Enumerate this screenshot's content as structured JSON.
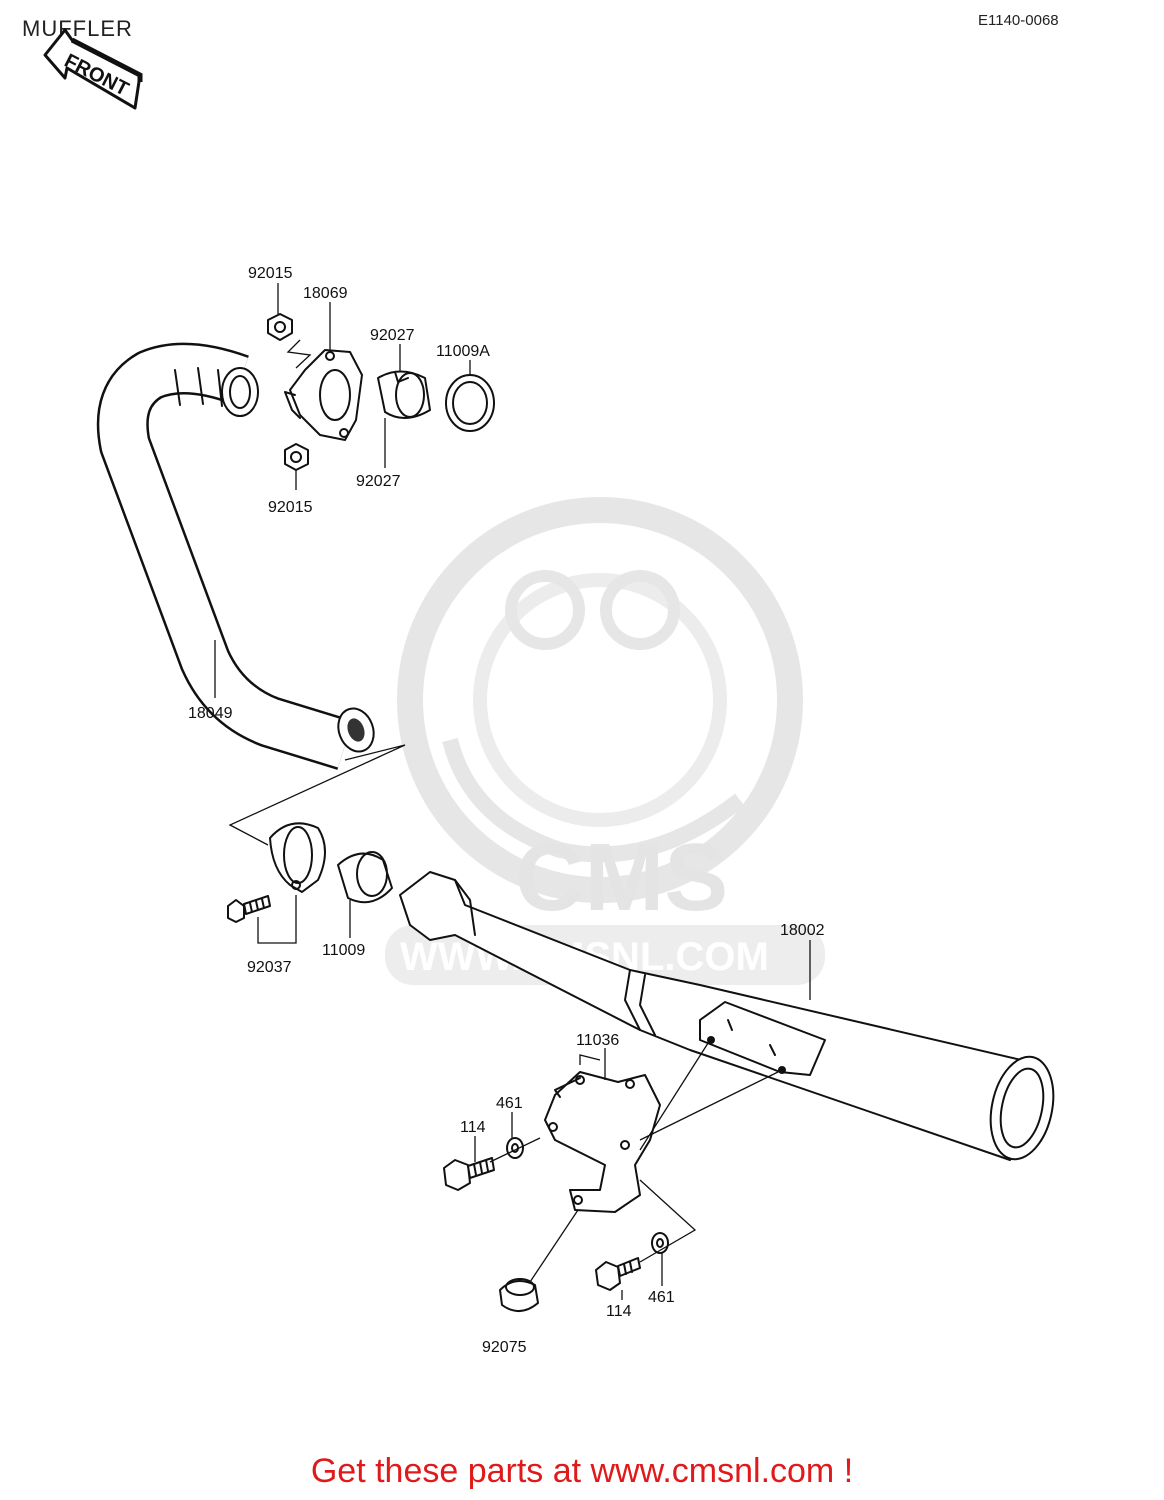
{
  "header": {
    "title": "MUFFLER",
    "diagram_code": "E1140-0068",
    "front_arrow_label": "FRONT"
  },
  "watermark": {
    "brand": "CMS",
    "url": "WWW.CMSNL.COM"
  },
  "parts": [
    {
      "id": "p1",
      "label": "92015"
    },
    {
      "id": "p2",
      "label": "18069"
    },
    {
      "id": "p3",
      "label": "92027"
    },
    {
      "id": "p4",
      "label": "11009A"
    },
    {
      "id": "p5",
      "label": "92027"
    },
    {
      "id": "p6",
      "label": "92015"
    },
    {
      "id": "p7",
      "label": "18049"
    },
    {
      "id": "p8",
      "label": "92037"
    },
    {
      "id": "p9",
      "label": "11009"
    },
    {
      "id": "p10",
      "label": "18002"
    },
    {
      "id": "p11",
      "label": "11036"
    },
    {
      "id": "p12",
      "label": "461"
    },
    {
      "id": "p13",
      "label": "114"
    },
    {
      "id": "p14",
      "label": "114"
    },
    {
      "id": "p15",
      "label": "461"
    },
    {
      "id": "p16",
      "label": "92075"
    }
  ],
  "footer": {
    "link_text": "Get these parts at www.cmsnl.com !"
  }
}
